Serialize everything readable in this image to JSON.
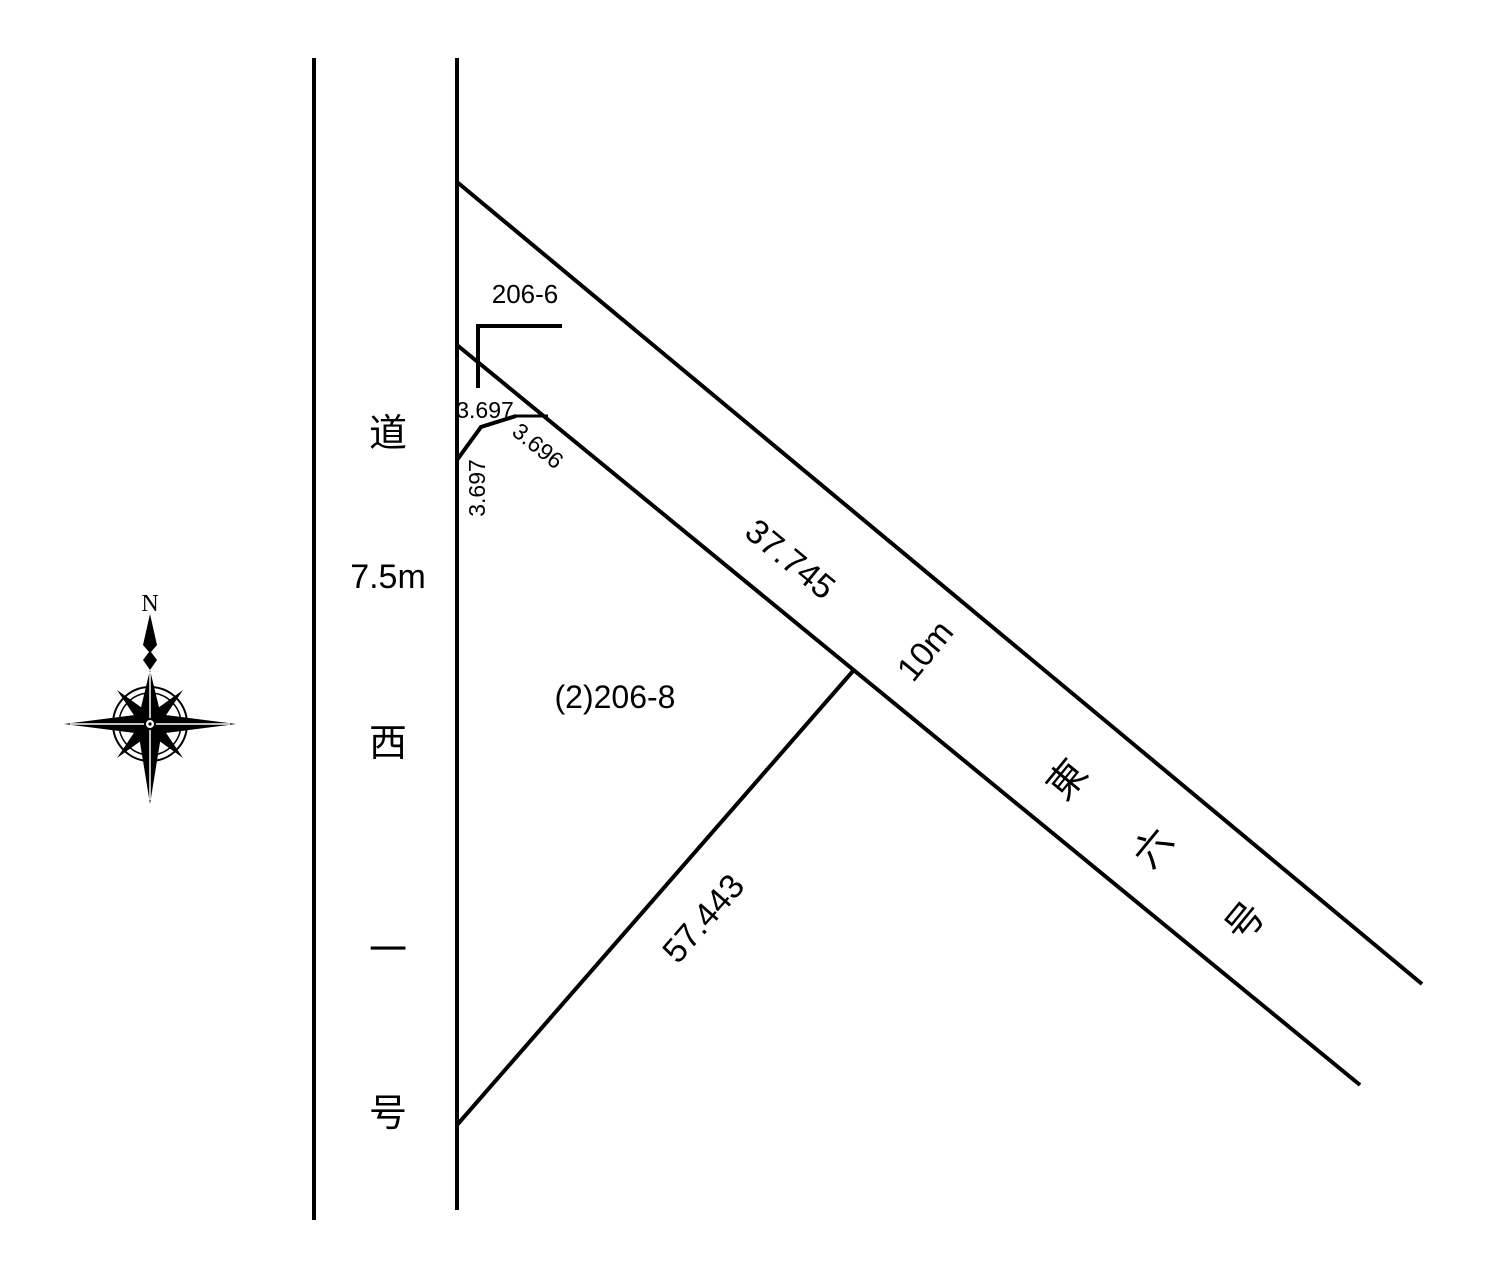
{
  "compass": {
    "north_label": "N"
  },
  "west_road": {
    "name_chars": [
      "道",
      "西",
      "一",
      "号"
    ],
    "width": "7.5m"
  },
  "east_road": {
    "name_chars": [
      "東",
      "六",
      "号"
    ],
    "width": "10m"
  },
  "lots": {
    "adjacent": "206-6",
    "main": "(2)206-8"
  },
  "dimensions": {
    "cut_top": "3.697",
    "cut_left": "3.697",
    "cut_diag": "3.696",
    "frontage": "37.745",
    "boundary": "57.443"
  }
}
